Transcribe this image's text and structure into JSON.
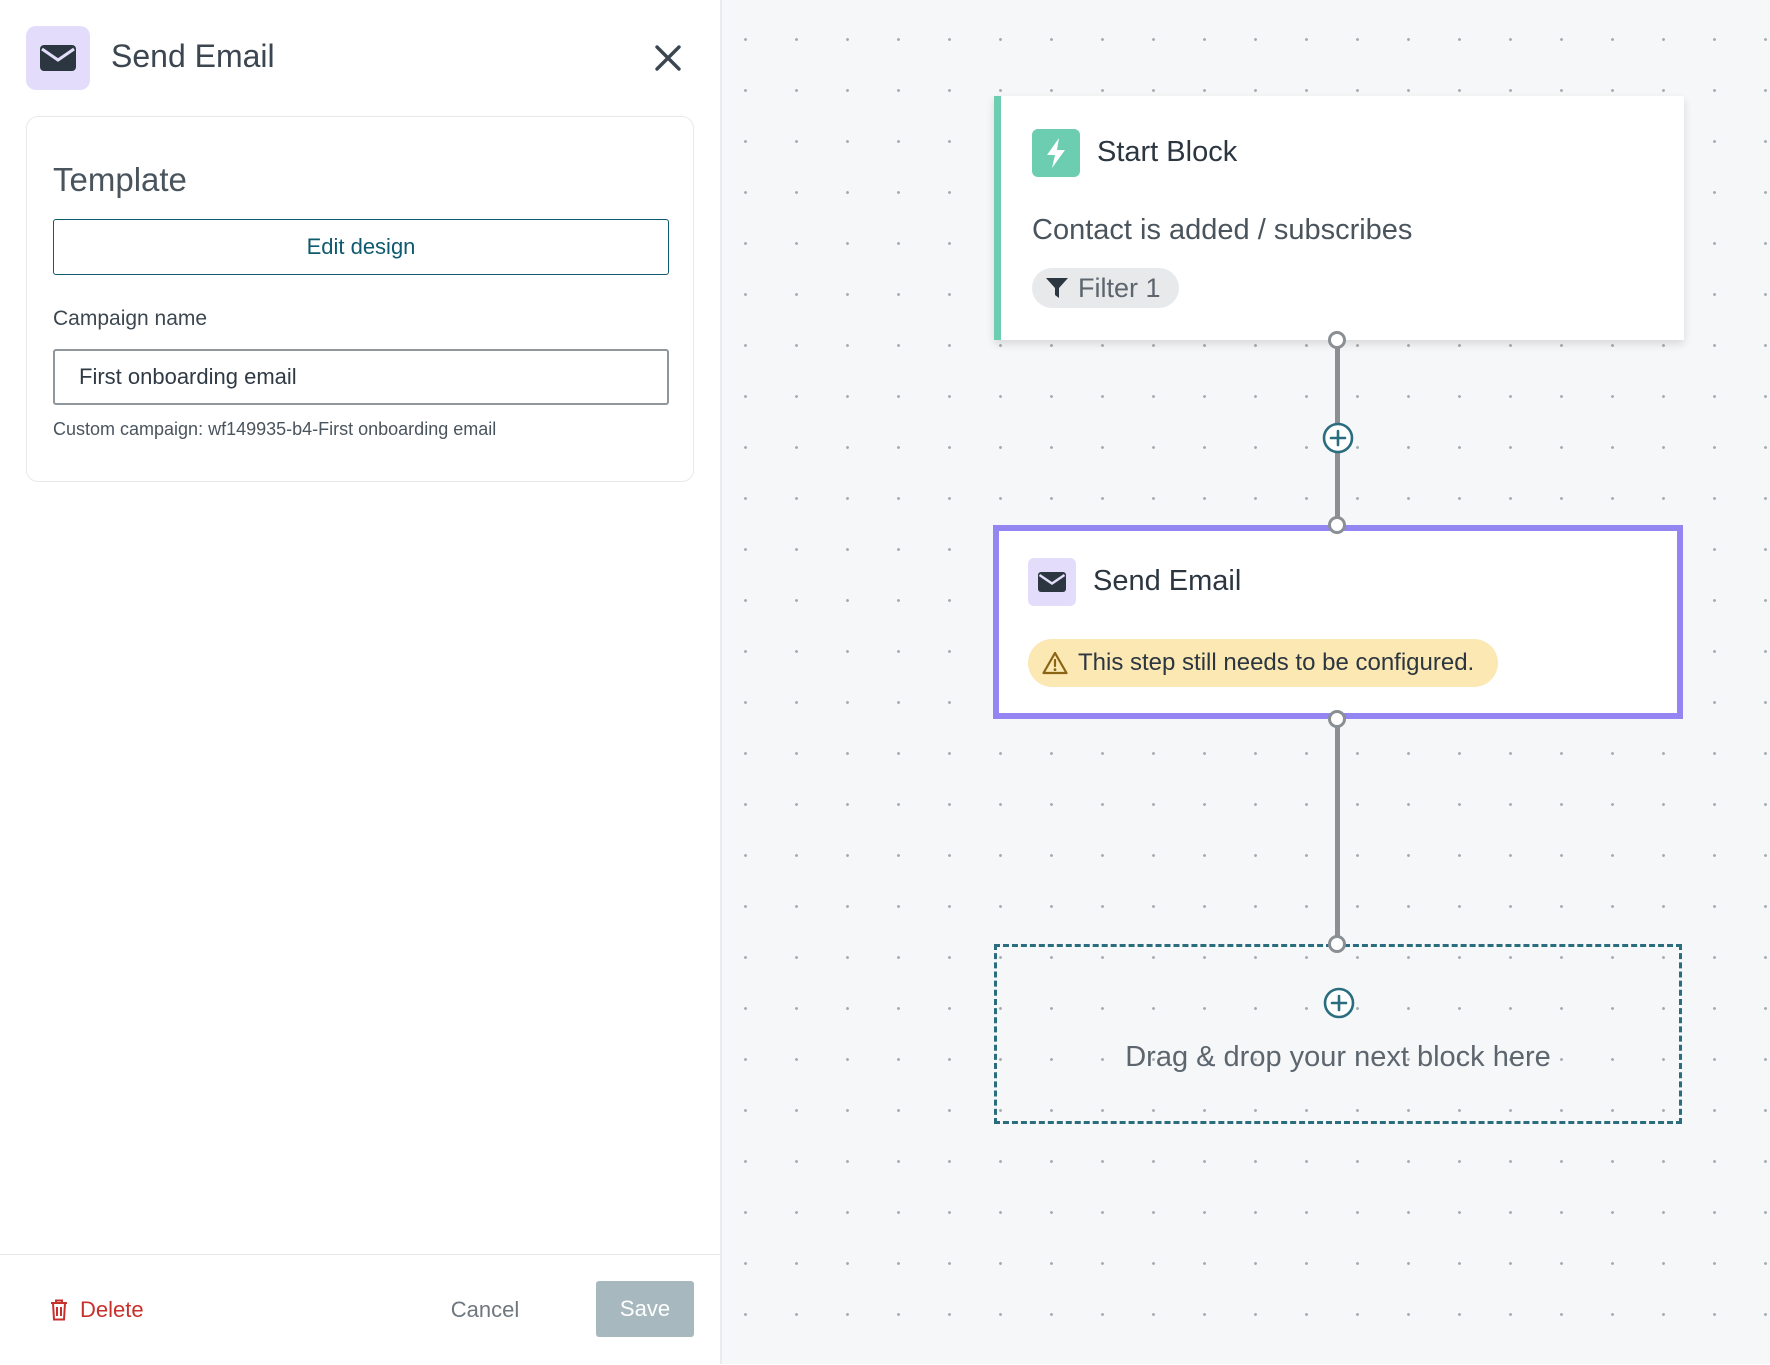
{
  "panel": {
    "title": "Send Email",
    "icon": "envelope-icon",
    "close_icon": "close-icon",
    "template_heading": "Template",
    "edit_design_label": "Edit design",
    "campaign_label": "Campaign name",
    "campaign_value": "First onboarding email",
    "campaign_helper": "Custom campaign: wf149935-b4-First onboarding email",
    "delete_label": "Delete",
    "cancel_label": "Cancel",
    "save_label": "Save"
  },
  "canvas": {
    "start_block": {
      "title": "Start Block",
      "icon": "lightning-icon",
      "trigger": "Contact is added / subscribes",
      "filter_label": "Filter 1"
    },
    "email_block": {
      "title": "Send Email",
      "icon": "envelope-icon",
      "warning": "This step still needs to be configured."
    },
    "drop_zone": {
      "text": "Drag & drop your next block here"
    }
  },
  "colors": {
    "accent_teal": "#0e5a6e",
    "start_accent": "#6ccdb1",
    "selected_border": "#9386f2",
    "delete_red": "#c8302c",
    "warning_bg": "#fbe8b3",
    "save_disabled": "#a7b9bf"
  }
}
